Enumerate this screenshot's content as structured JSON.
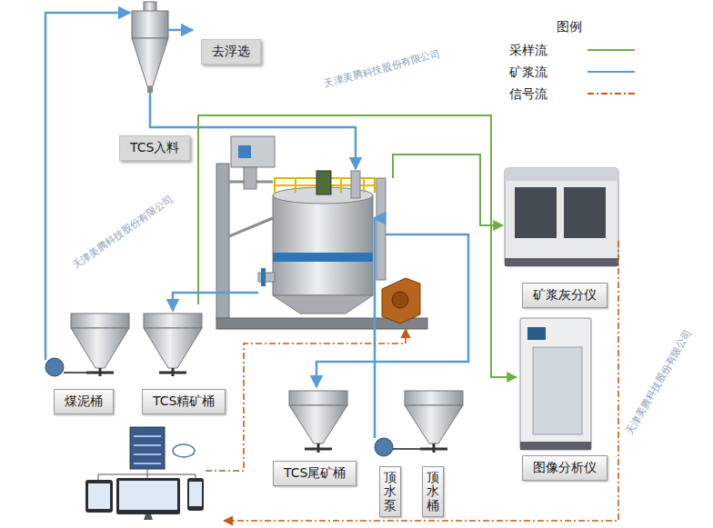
{
  "diagram": {
    "nodes": [
      {
        "text": [
          "去浮选"
        ]
      },
      {
        "text": [
          "TCS入料"
        ]
      },
      {
        "text": [
          "矿浆灰分仪"
        ]
      },
      {
        "text": [
          "煤泥桶"
        ]
      },
      {
        "text": [
          "TCS精矿桶"
        ]
      },
      {
        "text": [
          "图像分析仪"
        ]
      },
      {
        "text": [
          "TCS尾矿桶"
        ]
      },
      {
        "text": [
          "顶水泵"
        ]
      },
      {
        "text": [
          "顶水桶"
        ]
      }
    ],
    "labels": [
      "图例",
      "天津美腾科技股份有限公司",
      "天津美腾科技股份有限公司",
      "天津美腾科技股份有限公司"
    ],
    "legend": [
      {
        "text": "采样流"
      },
      {
        "text": "矿浆流"
      },
      {
        "text": "信号流"
      }
    ]
  }
}
